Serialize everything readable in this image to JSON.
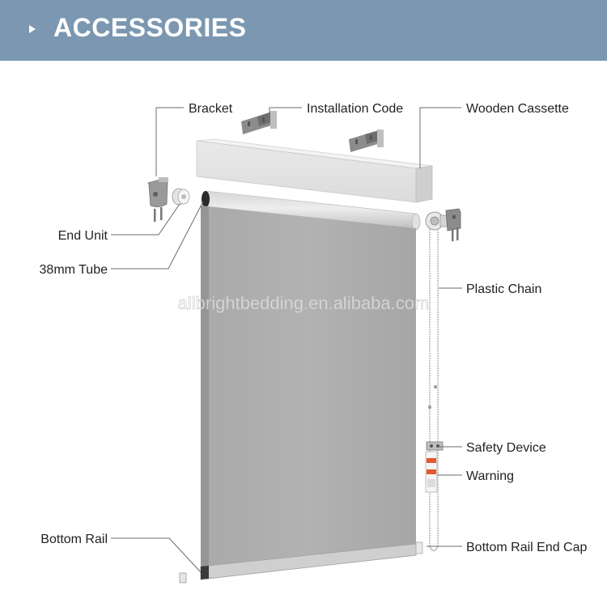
{
  "header": {
    "title": "ACCESSORIES",
    "bg_color": "#7b97b1"
  },
  "labels": {
    "bracket": "Bracket",
    "installation_code": "Installation Code",
    "wooden_cassette": "Wooden Cassette",
    "end_unit": "End Unit",
    "tube": "38mm Tube",
    "plastic_chain": "Plastic Chain",
    "safety_device": "Safety Device",
    "warning": "Warning",
    "bottom_rail": "Bottom Rail",
    "bottom_rail_end_cap": "Bottom Rail End Cap"
  },
  "watermark": "allbrightbedding.en.alibaba.com",
  "icons": [
    "triangle-right-icon"
  ]
}
